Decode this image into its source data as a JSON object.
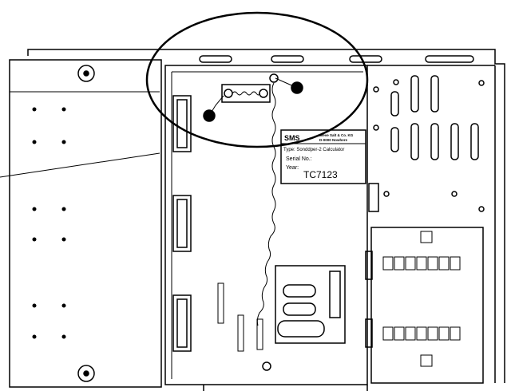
{
  "nameplate": {
    "brand": "SMS",
    "maker_line1": "Sieve Salt & Co. KG",
    "maker_line2": "D-0000 Nowhere",
    "type_line": "Type: Sonddper-2   Calculator",
    "serial_label": "Serial No.:",
    "year_label": "Year:",
    "serial_value": "TC7123"
  },
  "colors": {
    "line": "#000000",
    "background": "#ffffff"
  }
}
